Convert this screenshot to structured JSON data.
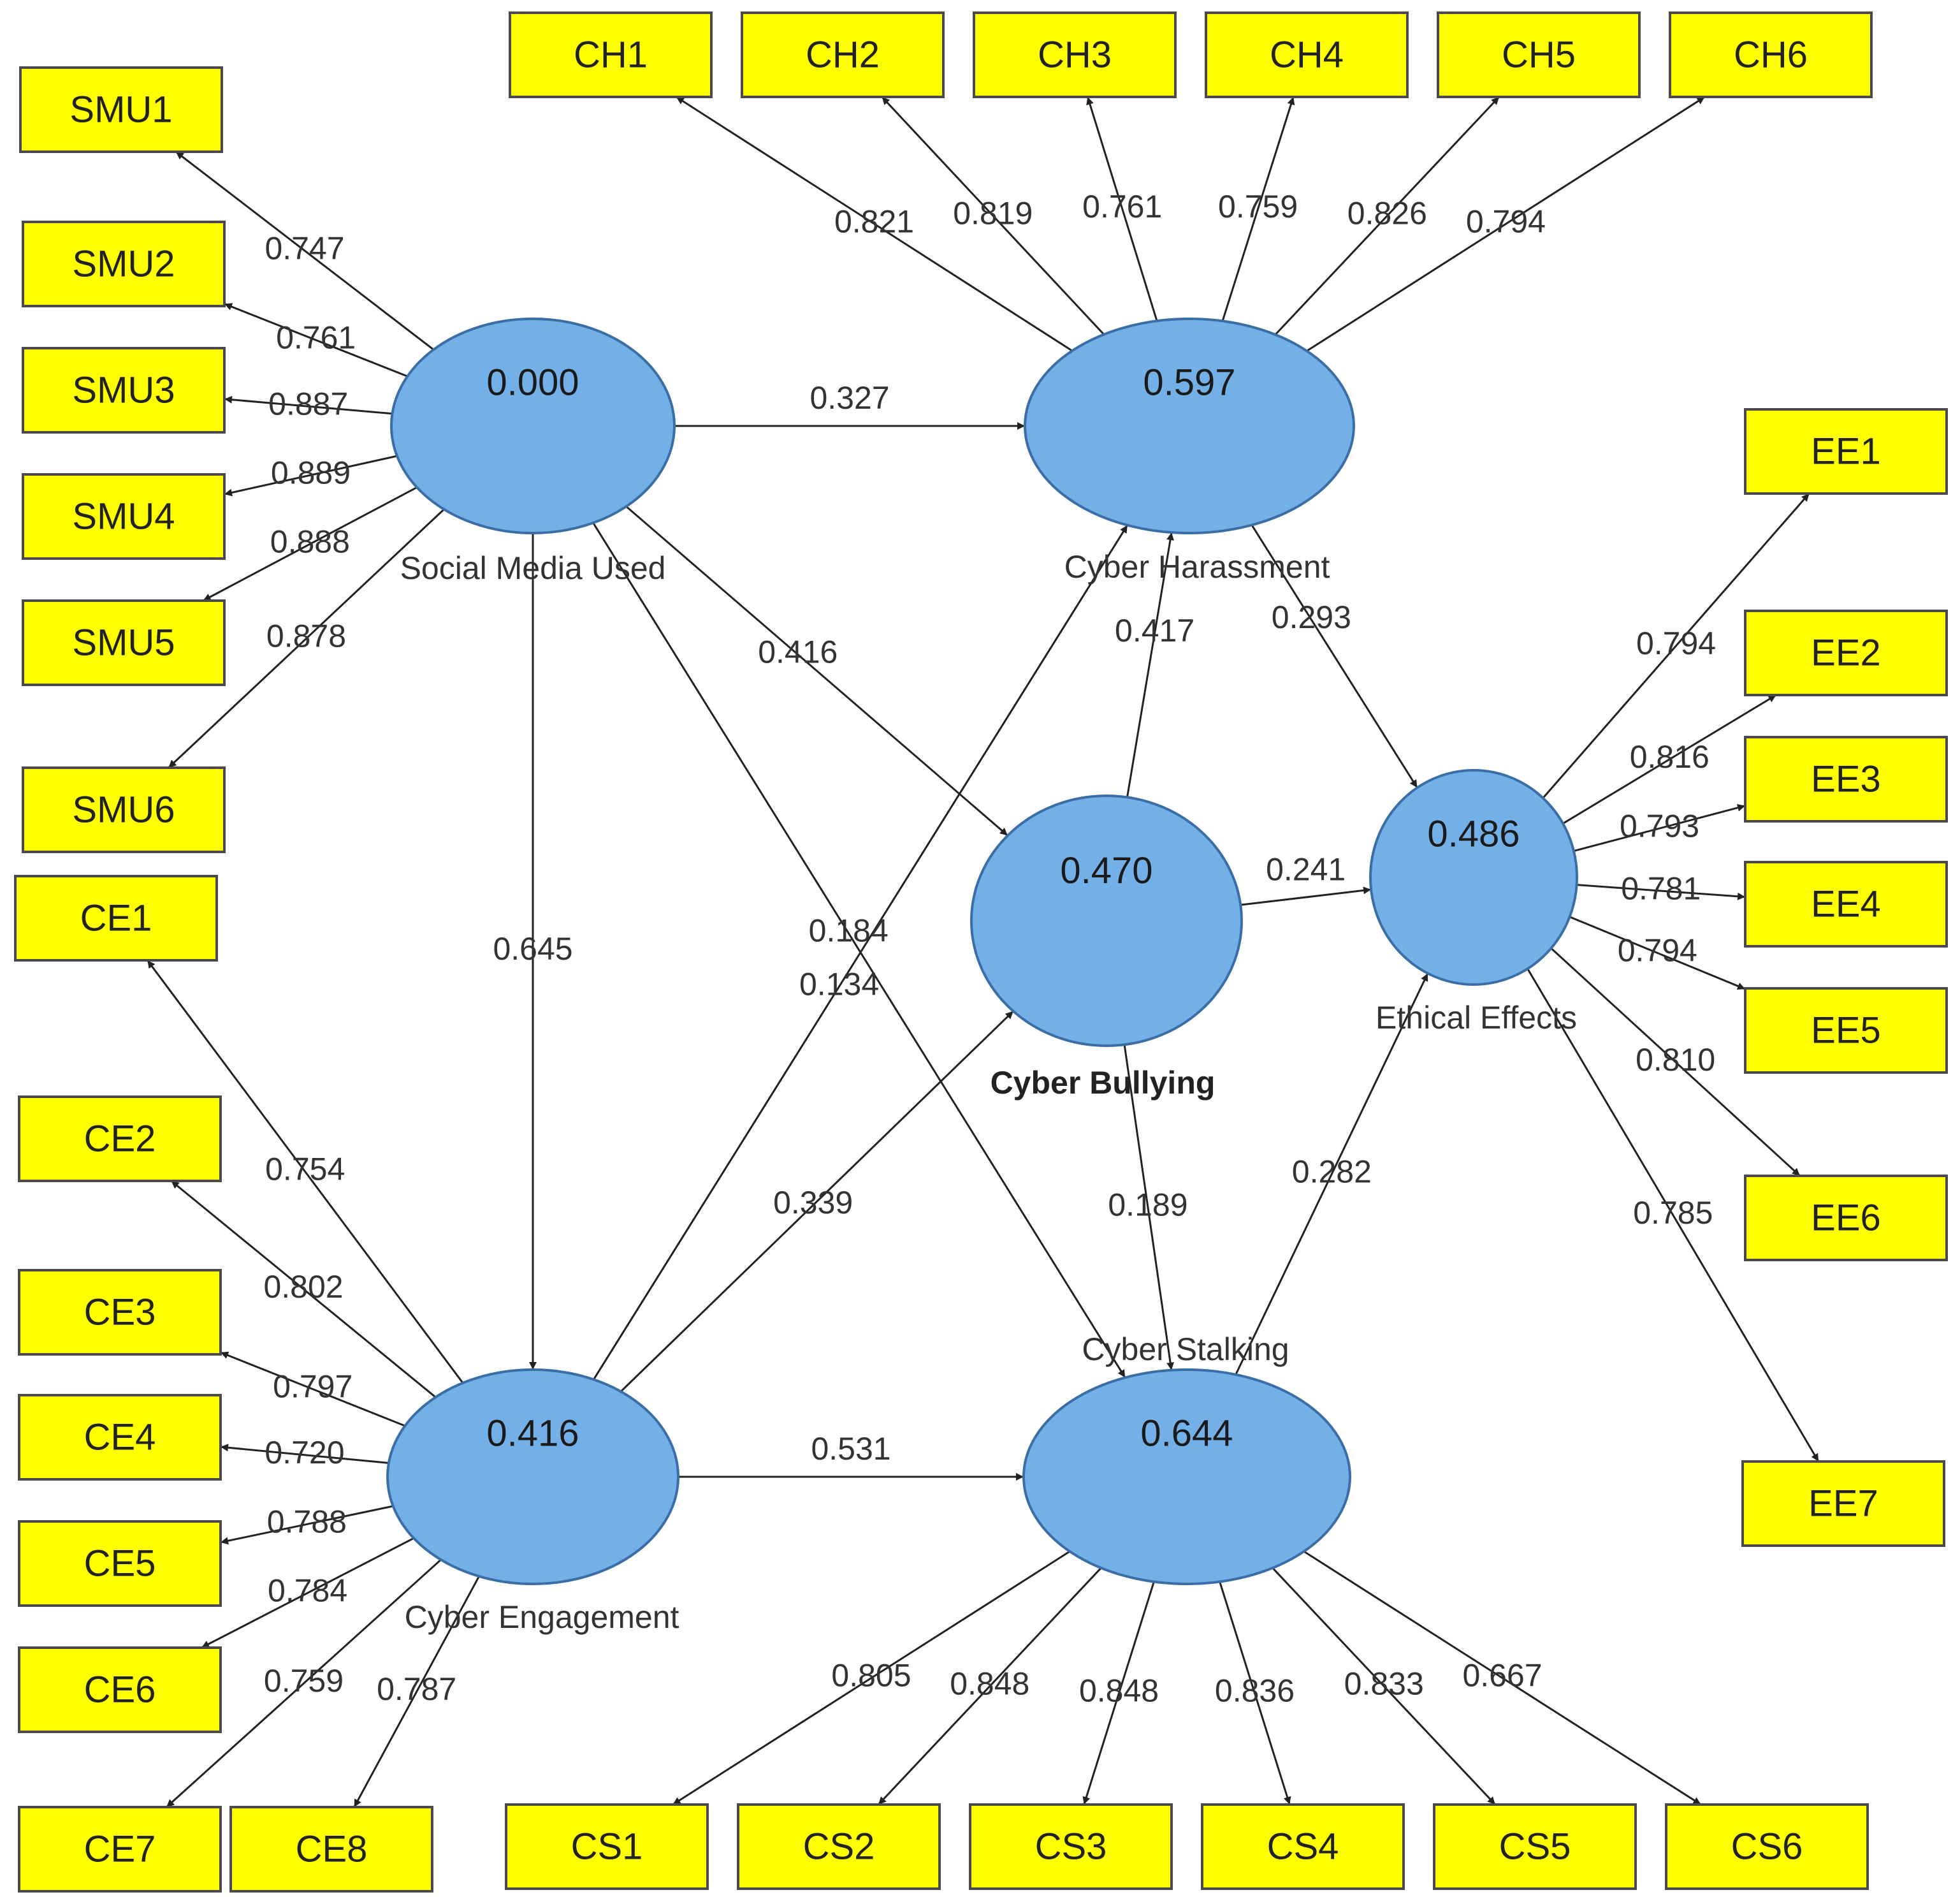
{
  "constructs": [
    {
      "id": "SMU",
      "name": "Social Media Used",
      "value": "0.000",
      "name_bold": false
    },
    {
      "id": "CH",
      "name": "Cyber Harassment",
      "value": "0.597",
      "name_bold": false
    },
    {
      "id": "CB",
      "name": "Cyber Bullying",
      "value": "0.470",
      "name_bold": true
    },
    {
      "id": "EE",
      "name": "Ethical Effects",
      "value": "0.486",
      "name_bold": false
    },
    {
      "id": "CEng",
      "name": "Cyber Engagement",
      "value": "0.416",
      "name_bold": false
    },
    {
      "id": "CS",
      "name": "Cyber Stalking",
      "value": "0.644",
      "name_bold": false
    }
  ],
  "indicators": {
    "SMU": [
      "SMU1",
      "SMU2",
      "SMU3",
      "SMU4",
      "SMU5",
      "SMU6"
    ],
    "CH": [
      "CH1",
      "CH2",
      "CH3",
      "CH4",
      "CH5",
      "CH6"
    ],
    "EE": [
      "EE1",
      "EE2",
      "EE3",
      "EE4",
      "EE5",
      "EE6",
      "EE7"
    ],
    "CE": [
      "CE1",
      "CE2",
      "CE3",
      "CE4",
      "CE5",
      "CE6",
      "CE7",
      "CE8"
    ],
    "CS": [
      "CS1",
      "CS2",
      "CS3",
      "CS4",
      "CS5",
      "CS6"
    ]
  },
  "loadings": {
    "SMU": [
      "0.747",
      "0.761",
      "0.887",
      "0.889",
      "0.888",
      "0.878"
    ],
    "CH": [
      "0.821",
      "0.819",
      "0.761",
      "0.759",
      "0.826",
      "0.794"
    ],
    "EE": [
      "0.794",
      "0.816",
      "0.793",
      "0.781",
      "0.794",
      "0.810",
      "0.785"
    ],
    "CE": [
      "0.754",
      "0.802",
      "0.797",
      "0.720",
      "0.788",
      "0.784",
      "0.759",
      "0.787"
    ],
    "CS": [
      "0.805",
      "0.848",
      "0.848",
      "0.836",
      "0.833",
      "0.667"
    ]
  },
  "paths": [
    {
      "from": "SMU",
      "to": "CH",
      "coef": "0.327"
    },
    {
      "from": "SMU",
      "to": "CB",
      "coef": "0.416"
    },
    {
      "from": "SMU",
      "to": "CEng",
      "coef": "0.645"
    },
    {
      "from": "SMU",
      "to": "CS",
      "coef": "0.184"
    },
    {
      "from": "CEng",
      "to": "CH",
      "coef": "0.134"
    },
    {
      "from": "CEng",
      "to": "CB",
      "coef": "0.339"
    },
    {
      "from": "CEng",
      "to": "CS",
      "coef": "0.531"
    },
    {
      "from": "CB",
      "to": "CH",
      "coef": "0.417"
    },
    {
      "from": "CB",
      "to": "EE",
      "coef": "0.241"
    },
    {
      "from": "CB",
      "to": "CS",
      "coef": "0.189"
    },
    {
      "from": "CH",
      "to": "EE",
      "coef": "0.293"
    },
    {
      "from": "CS",
      "to": "EE",
      "coef": "0.282"
    }
  ]
}
